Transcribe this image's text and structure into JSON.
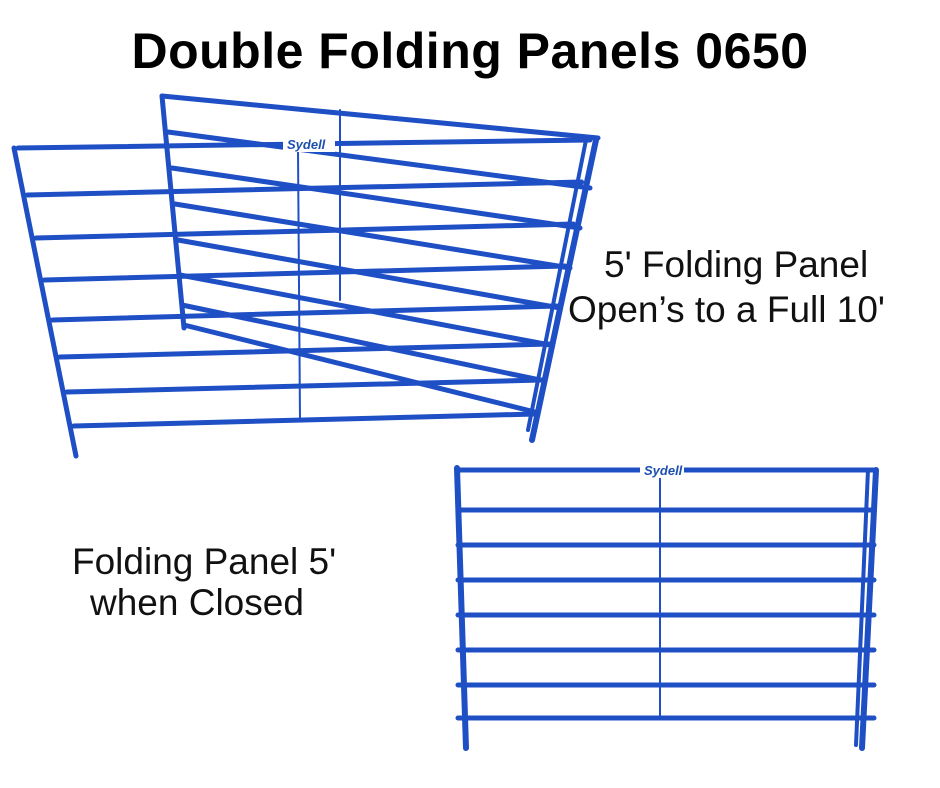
{
  "title": "Double Folding Panels 0650",
  "open_caption": {
    "line1": "5' Folding Panel",
    "line2": "Open’s to a Full 10'"
  },
  "closed_caption": {
    "line1": "Folding Panel 5'",
    "line2": "when Closed"
  },
  "brand": "Sydell",
  "colors": {
    "panel": "#1f4fc4",
    "panel_dark": "#163a9a"
  }
}
